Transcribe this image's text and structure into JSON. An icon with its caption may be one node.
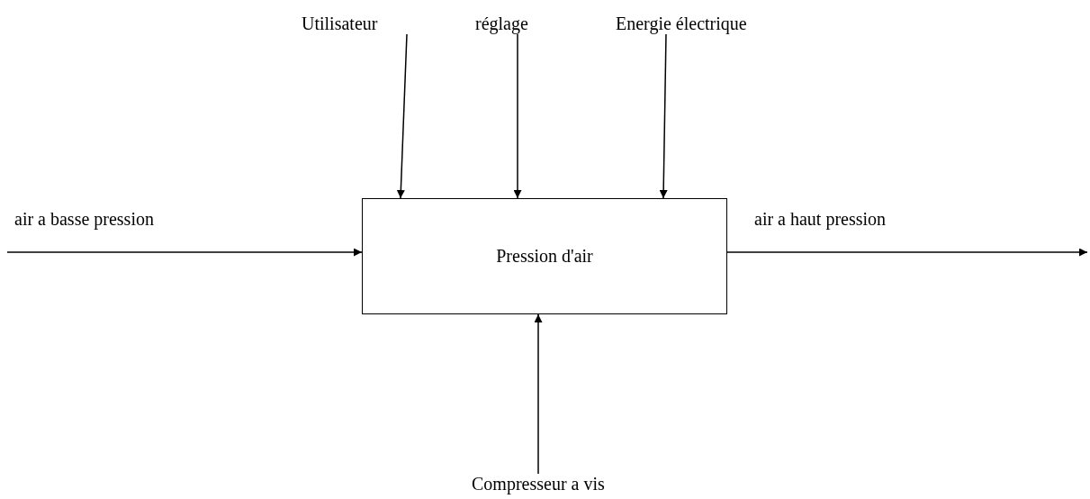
{
  "diagram": {
    "nodes": [
      {
        "text": [
          "Pression d'air"
        ]
      },
      {
        "text": [
          "Utilisateur"
        ]
      },
      {
        "text": [
          "réglage"
        ]
      },
      {
        "text": [
          "Energie électrique"
        ]
      },
      {
        "text": [
          "Compresseur a vis"
        ]
      }
    ],
    "edges": [
      {
        "from": 1,
        "to": 0,
        "arrow": "to"
      },
      {
        "from": 2,
        "to": 0,
        "arrow": "to"
      },
      {
        "from": 3,
        "to": 0,
        "arrow": "to"
      },
      {
        "from": 4,
        "to": 0,
        "arrow": "to"
      },
      {
        "from": null,
        "to": 0,
        "arrow": "to",
        "label": "air a basse pression"
      },
      {
        "from": 0,
        "to": null,
        "arrow": "to",
        "label": "air a haut pression"
      }
    ]
  }
}
